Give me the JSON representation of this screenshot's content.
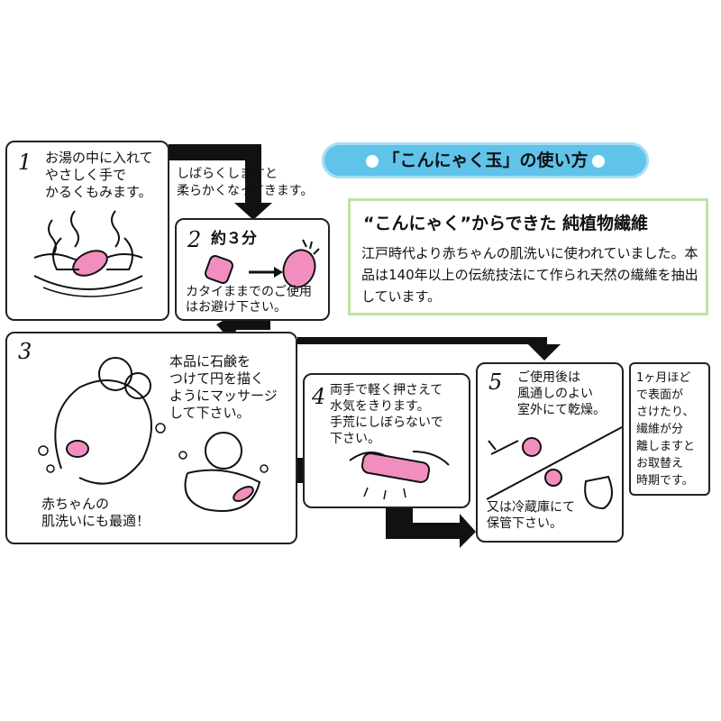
{
  "title": {
    "text": "「こんにゃく玉」の使い方"
  },
  "info": {
    "heading": "“こんにゃく”からできた 純植物繊維",
    "body": "江戸時代より赤ちゃんの肌洗いに使われていました。本品は140年以上の伝統技法にて作られ天然の繊維を抽出しています。"
  },
  "step1": {
    "number": "1",
    "text": "お湯の中に入れて\nやさしく手で\nかるくもみます。"
  },
  "transition12": {
    "text": "しばらくしますと\n柔らかくなってきます。"
  },
  "step2": {
    "number": "2",
    "label": "約３分",
    "caution": "カタイままでのご使用\nはお避け下さい。"
  },
  "step3": {
    "number": "3",
    "text": "本品に石鹸を\nつけて円を描く\nようにマッサージ\nして下さい。",
    "caption": "赤ちゃんの\n肌洗いにも最適！"
  },
  "step4": {
    "number": "4",
    "text": "両手で軽く押さえて\n水気をきります。\n手荒にしぼらないで\n下さい。"
  },
  "step5": {
    "number": "5",
    "text": "ご使用後は\n風通しのよい\n室外にて乾燥。",
    "alt": "又は冷蔵庫にて\n保管下さい。"
  },
  "note": {
    "text": "1ヶ月ほど\nで表面が\nさけたり、\n繊維が分\n離しますと\nお取替え\n時期です。"
  },
  "colors": {
    "banner": "#5fc3ea",
    "infoBorder": "#bfe3a6",
    "konnyaku": "#f08fbf"
  }
}
